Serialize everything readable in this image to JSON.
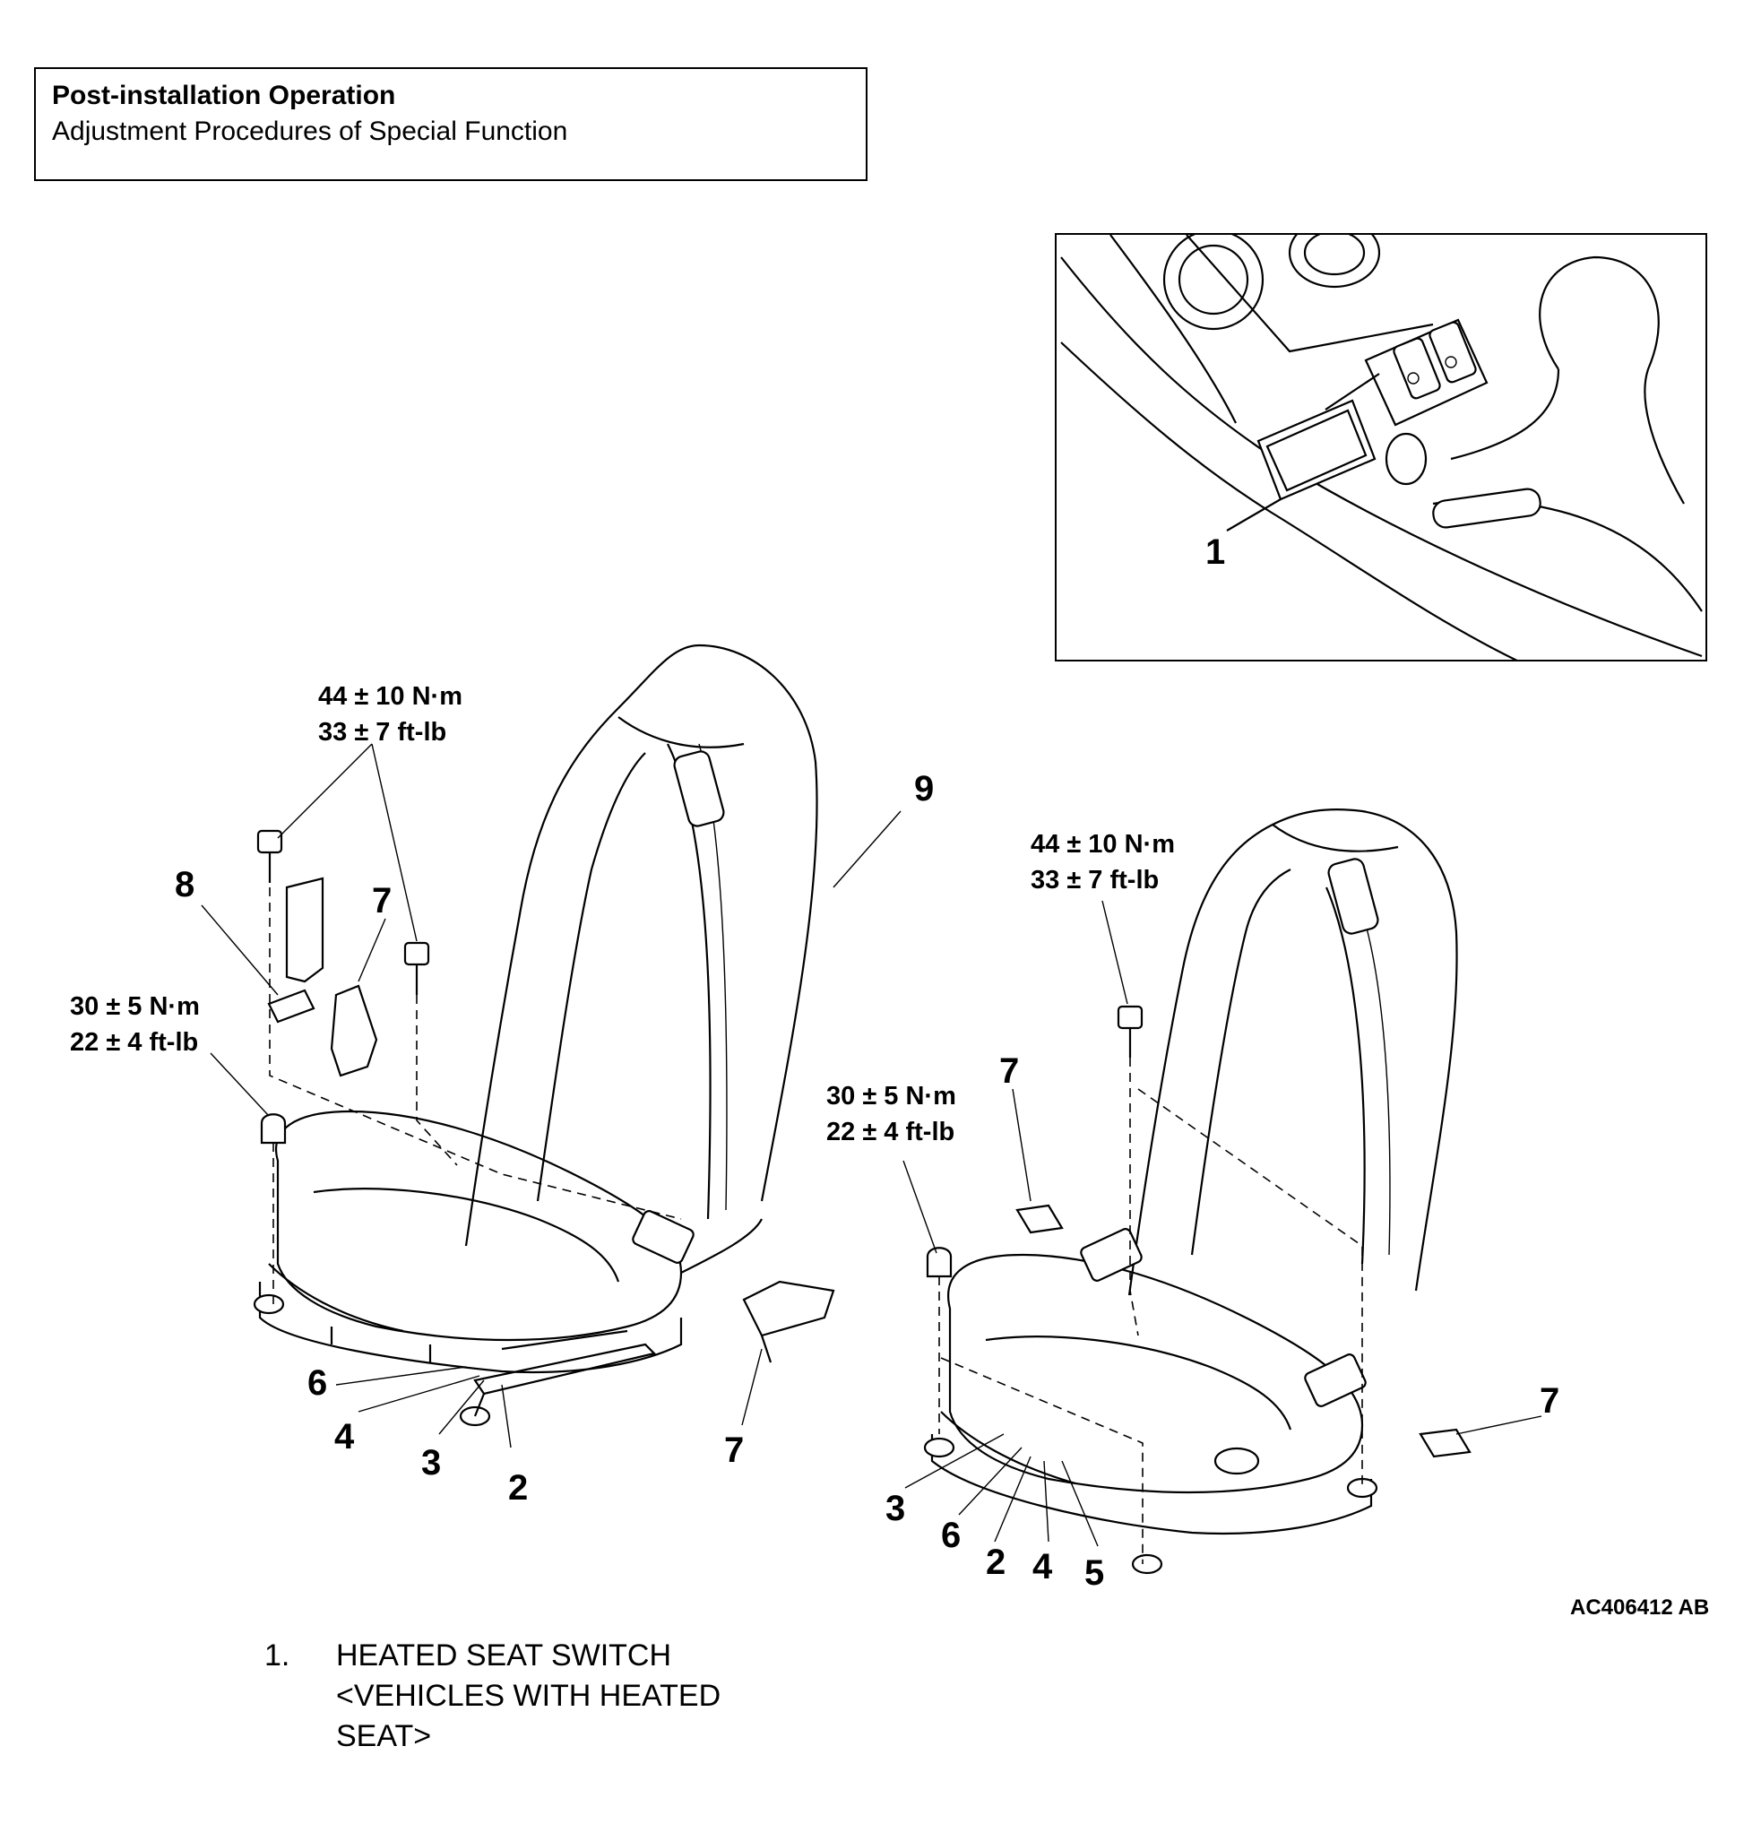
{
  "header": {
    "title": "Post-installation Operation",
    "subtitle": "Adjustment Procedures of Special Function"
  },
  "figure": {
    "id": "AC406412 AB",
    "inset": {
      "callouts": [
        "1"
      ]
    },
    "left_seat": {
      "callouts": [
        "8",
        "7",
        "9",
        "6",
        "4",
        "3",
        "2",
        "7"
      ],
      "torque_upper": {
        "nm": "44 ± 10 N·m",
        "ftlb": "33 ± 7 ft-lb"
      },
      "torque_lower": {
        "nm": "30 ± 5 N·m",
        "ftlb": "22 ± 4 ft-lb"
      }
    },
    "right_seat": {
      "callouts": [
        "7",
        "7",
        "3",
        "6",
        "2",
        "4",
        "5"
      ],
      "torque_upper": {
        "nm": "44 ± 10 N·m",
        "ftlb": "33 ± 7 ft-lb"
      },
      "torque_lower": {
        "nm": "30 ± 5 N·m",
        "ftlb": "22 ± 4 ft-lb"
      }
    }
  },
  "legend": [
    {
      "number": "1.",
      "text": "HEATED SEAT SWITCH <VEHICLES WITH HEATED SEAT>"
    }
  ]
}
